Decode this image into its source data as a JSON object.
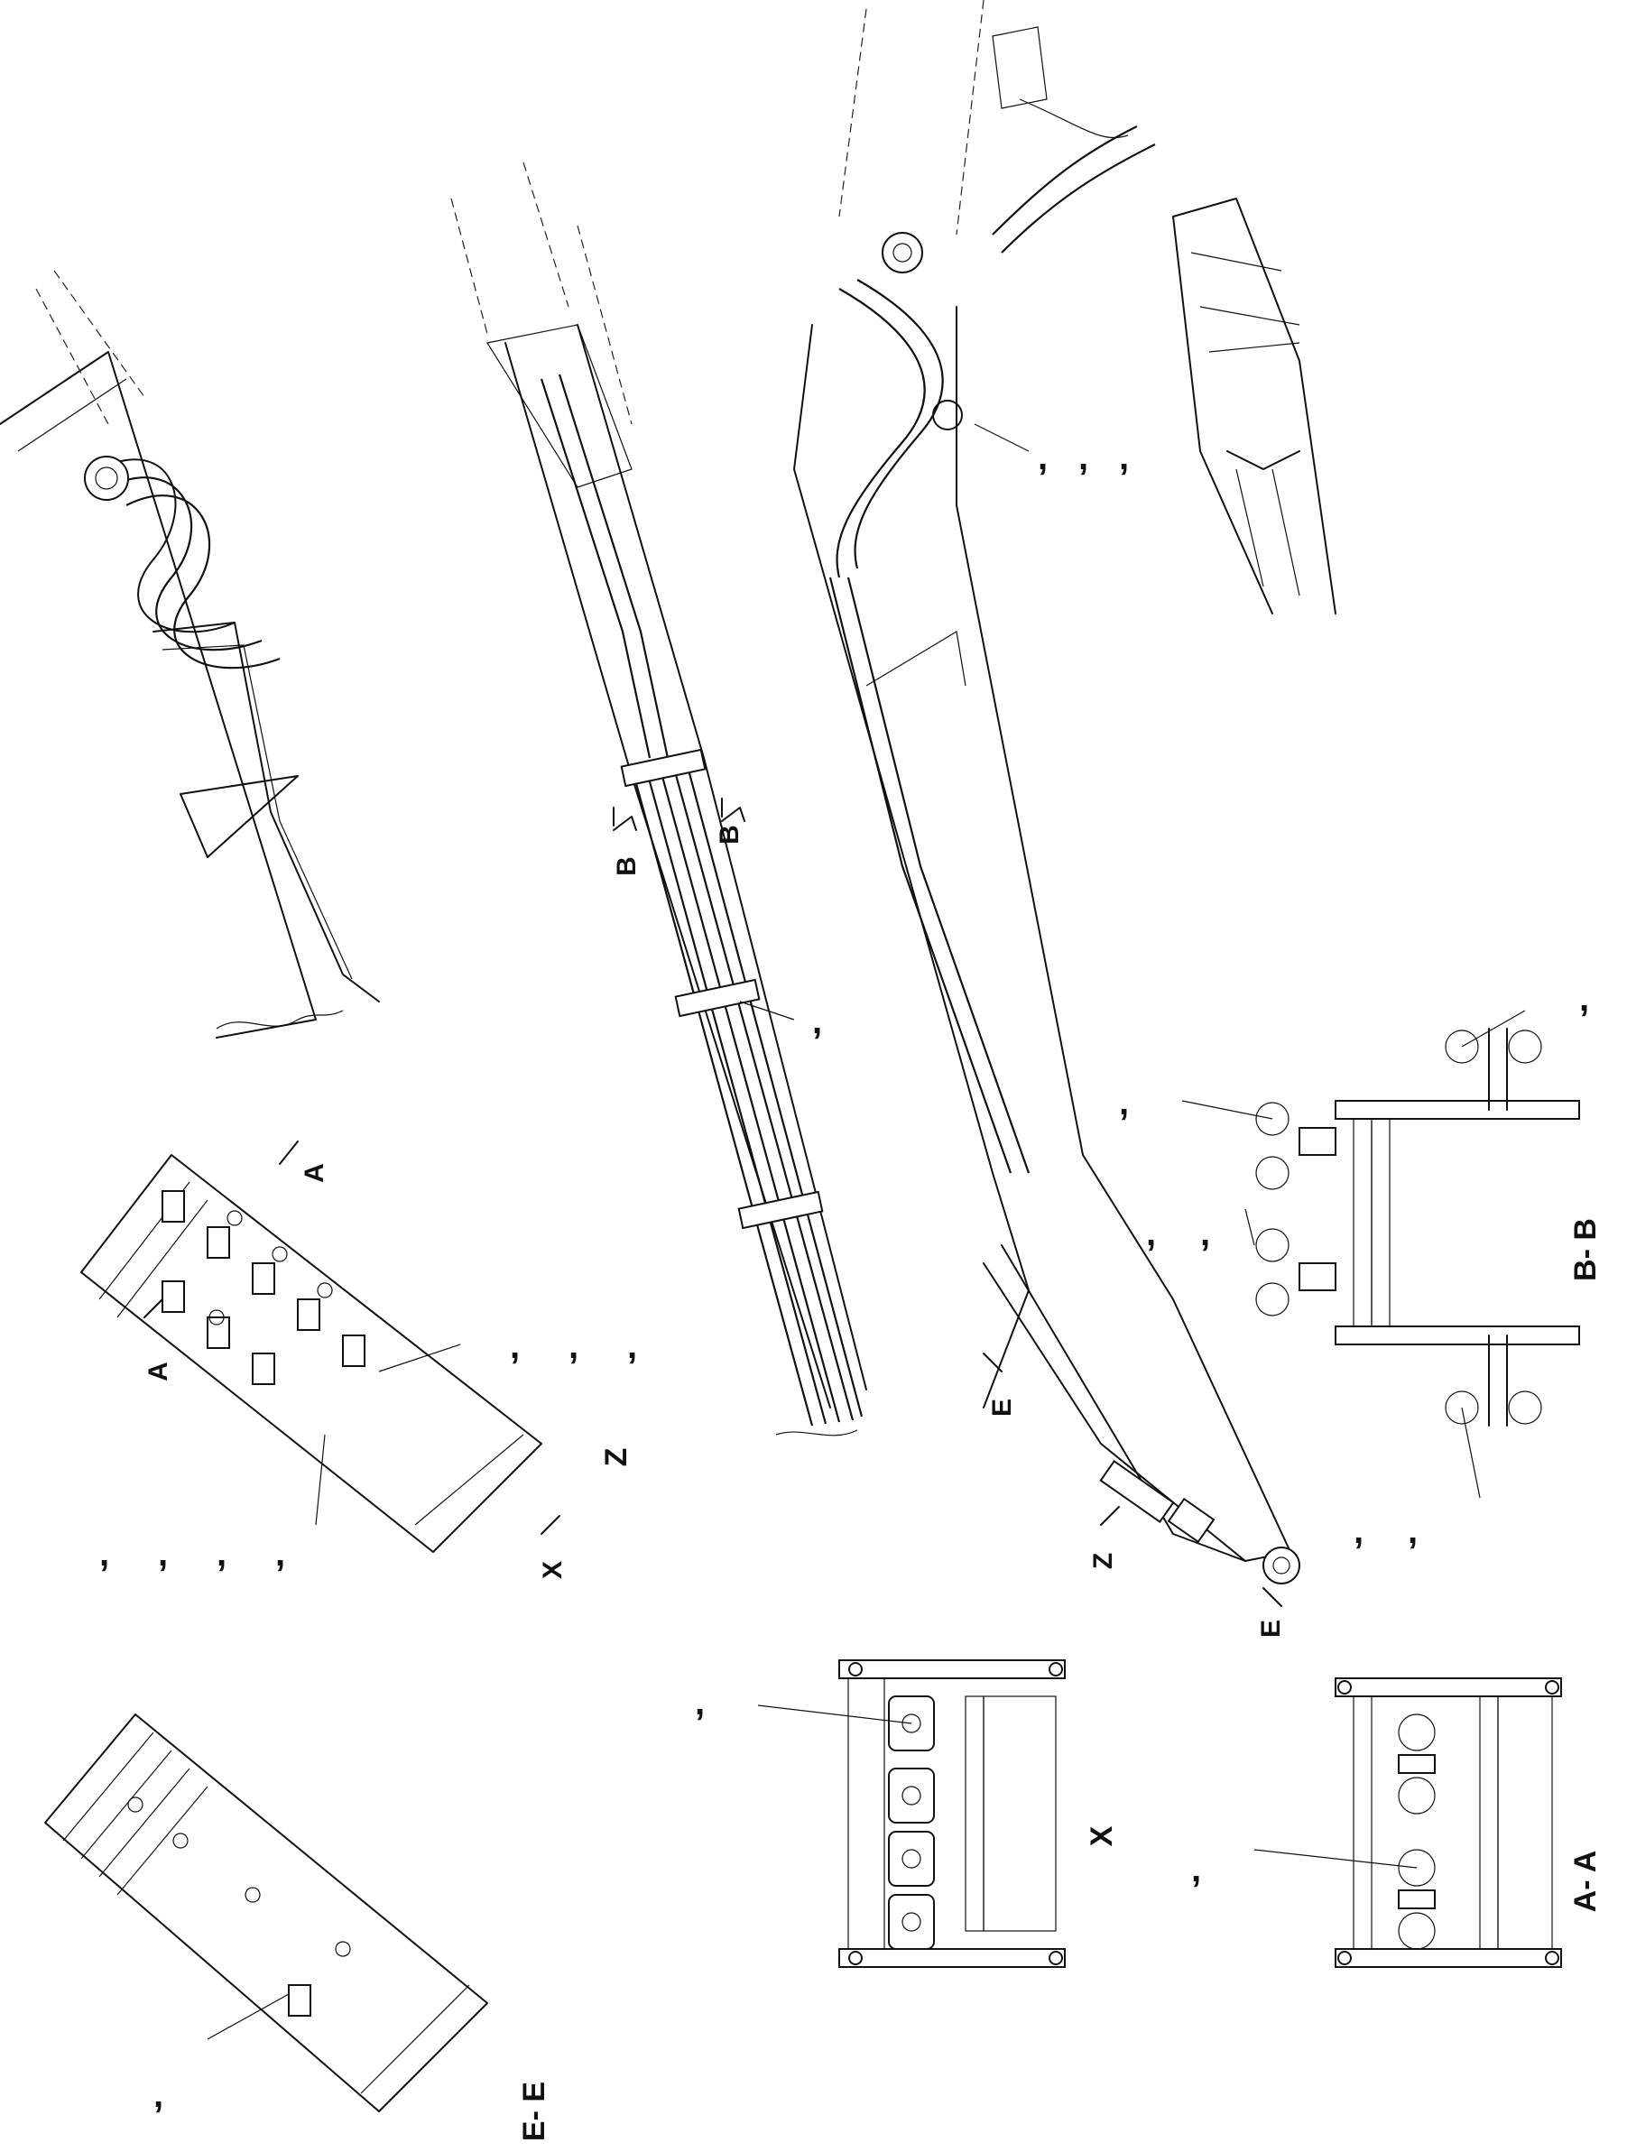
{
  "labels": {
    "view_z": "Z",
    "view_x": "X",
    "section_aa": "A- A",
    "section_bb": "B- B",
    "section_ee": "E- E",
    "cut_a": "A",
    "cut_b": "B",
    "cut_e": "E",
    "arrow_z": "Z",
    "arrow_x": "X"
  },
  "callouts": {
    "sep": ","
  }
}
